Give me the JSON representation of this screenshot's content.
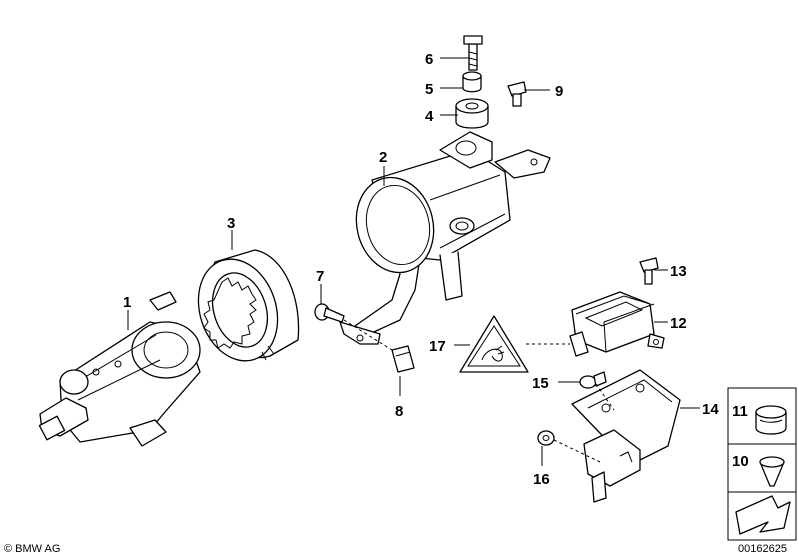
{
  "callouts": [
    {
      "id": "1",
      "label": "1"
    },
    {
      "id": "2",
      "label": "2"
    },
    {
      "id": "3",
      "label": "3"
    },
    {
      "id": "4",
      "label": "4"
    },
    {
      "id": "5",
      "label": "5"
    },
    {
      "id": "6",
      "label": "6"
    },
    {
      "id": "7",
      "label": "7"
    },
    {
      "id": "8",
      "label": "8"
    },
    {
      "id": "9",
      "label": "9"
    },
    {
      "id": "10",
      "label": "10"
    },
    {
      "id": "11",
      "label": "11"
    },
    {
      "id": "12",
      "label": "12"
    },
    {
      "id": "13",
      "label": "13"
    },
    {
      "id": "14",
      "label": "14"
    },
    {
      "id": "15",
      "label": "15"
    },
    {
      "id": "16",
      "label": "16"
    },
    {
      "id": "17",
      "label": "17"
    }
  ],
  "footer": {
    "copyright": "© BMW AG",
    "diagram_number": "00162625"
  }
}
